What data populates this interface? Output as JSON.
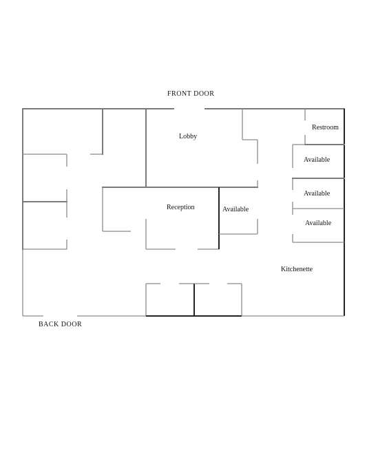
{
  "labels": {
    "front_door": "FRONT DOOR",
    "back_door": "BACK  DOOR",
    "lobby": "Lobby",
    "reception": "Reception",
    "restroom": "Restroom",
    "available_1": "Available",
    "available_2": "Available",
    "available_3": "Available",
    "available_center": "Available",
    "kitchenette": "Kitchenette"
  }
}
